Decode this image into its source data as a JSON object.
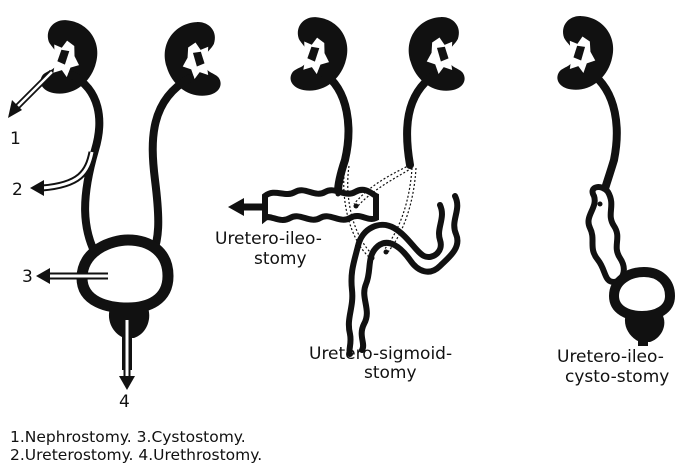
{
  "left_panel": {
    "markers": [
      "1",
      "2",
      "3",
      "4"
    ]
  },
  "middle_panel": {
    "label_ileostomy": [
      "Uretero-ileo-",
      "stomy"
    ],
    "label_sigmoidostomy": [
      "Uretero-sigmoid-",
      "stomy"
    ]
  },
  "right_panel": {
    "label": [
      "Uretero-ileo-",
      "cysto-stomy"
    ]
  },
  "legend": {
    "line1": "1.Nephrostomy. 3.Cystostomy.",
    "line2": "2.Ureterostomy. 4.Urethrostomy."
  },
  "colors": {
    "ink": "#111111",
    "background": "#ffffff"
  }
}
